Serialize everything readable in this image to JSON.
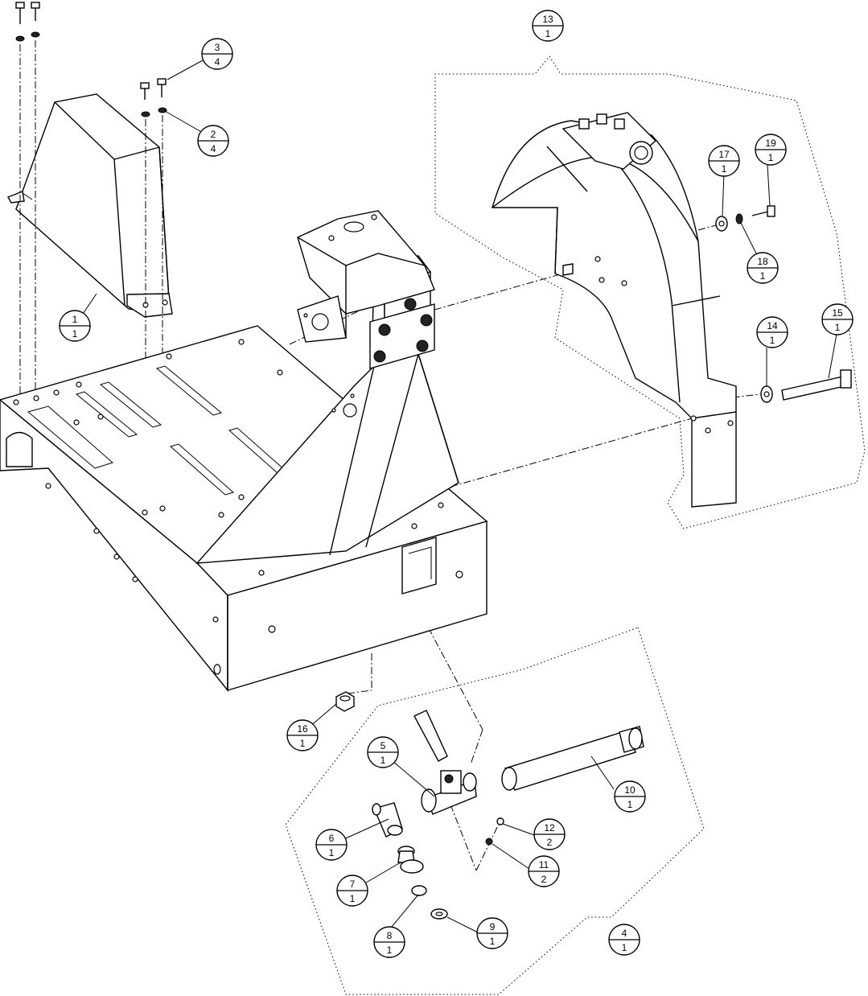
{
  "balloons": [
    {
      "id": "b1",
      "item": "1",
      "qty": "1"
    },
    {
      "id": "b2",
      "item": "2",
      "qty": "4"
    },
    {
      "id": "b3",
      "item": "3",
      "qty": "4"
    },
    {
      "id": "b4",
      "item": "4",
      "qty": "1"
    },
    {
      "id": "b5",
      "item": "5",
      "qty": "1"
    },
    {
      "id": "b6",
      "item": "6",
      "qty": "1"
    },
    {
      "id": "b7",
      "item": "7",
      "qty": "1"
    },
    {
      "id": "b8",
      "item": "8",
      "qty": "1"
    },
    {
      "id": "b9",
      "item": "9",
      "qty": "1"
    },
    {
      "id": "b10",
      "item": "10",
      "qty": "1"
    },
    {
      "id": "b11",
      "item": "11",
      "qty": "2"
    },
    {
      "id": "b12",
      "item": "12",
      "qty": "2"
    },
    {
      "id": "b13",
      "item": "13",
      "qty": "1"
    },
    {
      "id": "b14",
      "item": "14",
      "qty": "1"
    },
    {
      "id": "b15",
      "item": "15",
      "qty": "1"
    },
    {
      "id": "b16",
      "item": "16",
      "qty": "1"
    },
    {
      "id": "b17",
      "item": "17",
      "qty": "1"
    },
    {
      "id": "b18",
      "item": "18",
      "qty": "1"
    },
    {
      "id": "b19",
      "item": "19",
      "qty": "1"
    }
  ]
}
